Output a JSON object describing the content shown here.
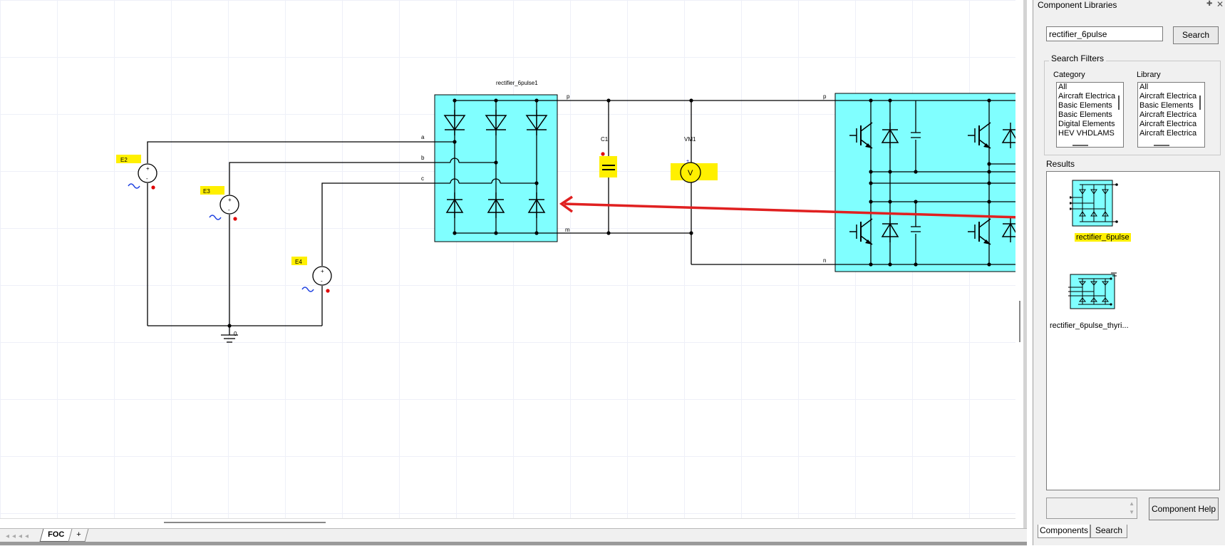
{
  "sheet_tabs": {
    "active": "FOC",
    "add": "+"
  },
  "schematic": {
    "rectifier_name": "rectifier_6pulse1",
    "rectifier_ports": {
      "a": "a",
      "b": "b",
      "c": "c",
      "p": "p",
      "m": "m"
    },
    "capacitor": "C1",
    "voltmeter": "VM1",
    "voltmeter_symbol": "V",
    "inverter_ports": {
      "p": "p",
      "n": "n"
    },
    "sources": [
      "E2",
      "E3",
      "E4"
    ],
    "ground_node": "0"
  },
  "panel": {
    "title": "Component Libraries",
    "search_value": "rectifier_6pulse",
    "search_button": "Search",
    "filters_title": "Search Filters",
    "category_label": "Category",
    "category_items": [
      "All",
      "Aircraft Electrica",
      "Basic Elements",
      "Basic Elements",
      "Digital Elements",
      "HEV VHDLAMS"
    ],
    "library_label": "Library",
    "library_items": [
      "All",
      "Aircraft Electrica",
      "Basic Elements",
      "Aircraft Electrica",
      "Aircraft Electrica",
      "Aircraft Electrica"
    ],
    "results_label": "Results",
    "results": [
      {
        "label": "rectifier_6pulse",
        "highlighted": true
      },
      {
        "label": "rectifier_6pulse_thyri..."
      }
    ],
    "help_button": "Component Help",
    "tabs": [
      "Components",
      "Search"
    ],
    "active_tab": "Search"
  },
  "colors": {
    "component_fill": "#80ffff",
    "highlight": "#fff000",
    "annotation_arrow": "#e02020",
    "sine_source": "#1a3de0",
    "pin_marker": "#e00000"
  }
}
